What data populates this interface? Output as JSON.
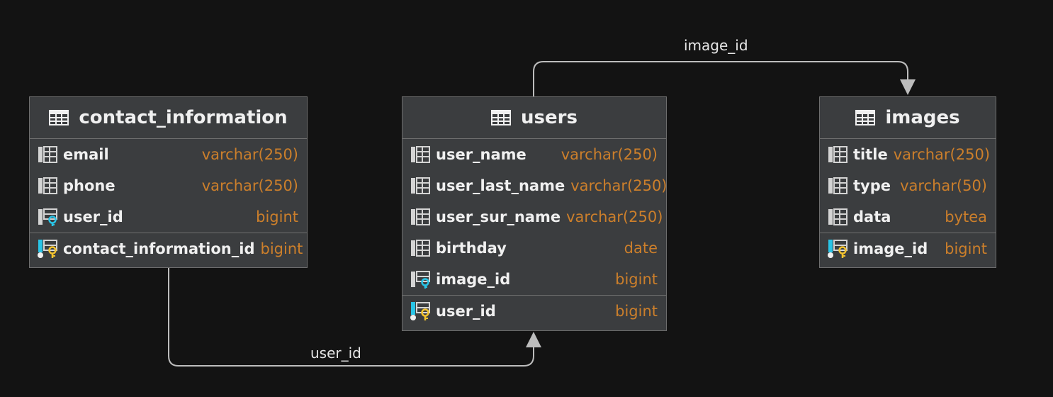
{
  "colors": {
    "background": "#131313",
    "entity_fill": "#3b3d3f",
    "entity_border": "#6e6e6e",
    "column_type": "#cc7f2b",
    "foreign_key": "#29c4e6",
    "primary_key": "#f2c22e",
    "link": "#bdbdbd"
  },
  "relations": [
    {
      "label": "image_id",
      "from": "users",
      "to": "images"
    },
    {
      "label": "user_id",
      "from": "contact_information",
      "to": "users"
    }
  ],
  "entities": {
    "contact_information": {
      "title": "contact_information",
      "icon": "table-icon",
      "columns": [
        {
          "name": "email",
          "type": "varchar(250)",
          "icon": "column-icon"
        },
        {
          "name": "phone",
          "type": "varchar(250)",
          "icon": "column-icon"
        },
        {
          "name": "user_id",
          "type": "bigint",
          "icon": "foreign-key-column-icon"
        },
        {
          "name": "contact_information_id",
          "type": "bigint",
          "icon": "primary-key-column-icon"
        }
      ]
    },
    "users": {
      "title": "users",
      "icon": "table-icon",
      "columns": [
        {
          "name": "user_name",
          "type": "varchar(250)",
          "icon": "column-icon"
        },
        {
          "name": "user_last_name",
          "type": "varchar(250)",
          "icon": "column-icon"
        },
        {
          "name": "user_sur_name",
          "type": "varchar(250)",
          "icon": "column-icon"
        },
        {
          "name": "birthday",
          "type": "date",
          "icon": "column-icon"
        },
        {
          "name": "image_id",
          "type": "bigint",
          "icon": "foreign-key-column-icon"
        },
        {
          "name": "user_id",
          "type": "bigint",
          "icon": "primary-key-column-icon"
        }
      ]
    },
    "images": {
      "title": "images",
      "icon": "table-icon",
      "columns": [
        {
          "name": "title",
          "type": "varchar(250)",
          "icon": "column-icon"
        },
        {
          "name": "type",
          "type": "varchar(50)",
          "icon": "column-icon"
        },
        {
          "name": "data",
          "type": "bytea",
          "icon": "column-icon"
        },
        {
          "name": "image_id",
          "type": "bigint",
          "icon": "primary-key-column-icon"
        }
      ]
    }
  }
}
